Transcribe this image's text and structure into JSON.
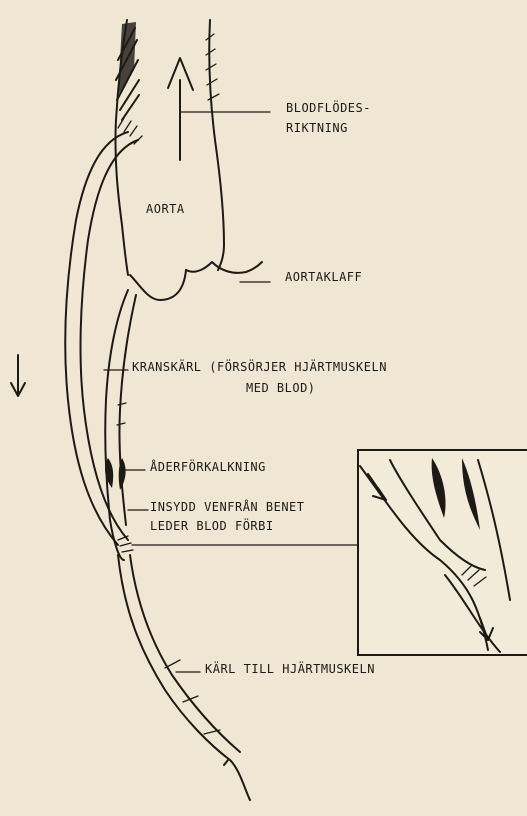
{
  "labels": {
    "blood_flow_line1": "BLODFLÖDES-",
    "blood_flow_line2": "RIKTNING",
    "aorta": "AORTA",
    "aortic_valve": "AORTAKLAFF",
    "coronary_line1": "KRANSKÄRL (FÖRSÖRJER HJÄRTMUSKELN",
    "coronary_line2": "MED BLOD)",
    "atherosclerosis": "ÅDERFÖRKALKNING",
    "graft_line1": "INSYDD VENFRÅN BENET",
    "graft_line2": "LEDER BLOD FÖRBI",
    "vessel": "KÄRL TILL HJÄRTMUSKELN"
  },
  "colors": {
    "paper": "#efe7d3",
    "ink": "#1d1a16"
  }
}
